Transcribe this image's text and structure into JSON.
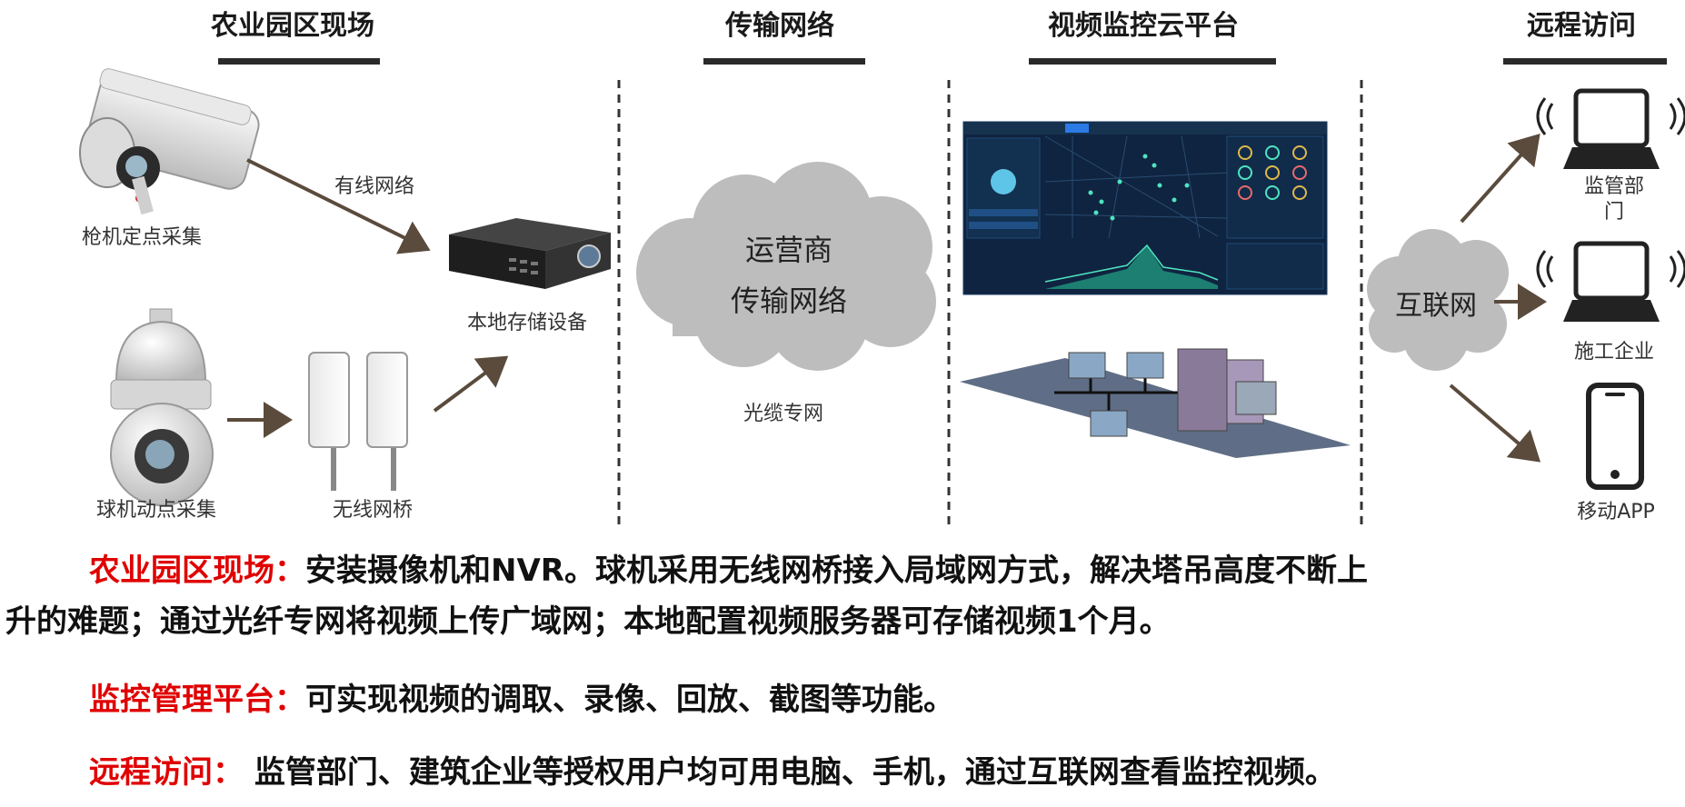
{
  "headers": {
    "site": "农业园区现场",
    "network": "传输网络",
    "platform": "视频监控云平台",
    "remote": "远程访问"
  },
  "labels": {
    "bullet_camera": "枪机定点采集",
    "wired": "有线网络",
    "storage": "本地存储设备",
    "dome_camera": "球机动点采集",
    "bridge": "无线网桥",
    "cloud_line1": "运营商",
    "cloud_line2": "传输网络",
    "fiber": "光缆专网",
    "internet": "互联网",
    "supervisor_line1": "监管部",
    "supervisor_line2": "门",
    "construction": "施工企业",
    "mobile": "移动APP"
  },
  "paragraphs": {
    "p1_key": "农业园区现场：",
    "p1_text_a": "安装摄像机和NVR。球机采用无线网桥接入局域网方式，解决塔吊高度不断上",
    "p1_text_b": "升的难题；通过光纤专网将视频上传广域网；本地配置视频服务器可存储视频1个月。",
    "p2_key": "监控管理平台：",
    "p2_text": "可实现视频的调取、录像、回放、截图等功能。",
    "p3_key": "远程访问：",
    "p3_text": "监管部门、建筑企业等授权用户均可用电脑、手机，通过互联网查看监控视频。"
  },
  "colors": {
    "accent_red": "#e00000",
    "arrow": "#5a4b3c",
    "header_bar": "#2a2a2a",
    "cloud": "#bdbdbd",
    "screen_bg": "#0f2440"
  }
}
